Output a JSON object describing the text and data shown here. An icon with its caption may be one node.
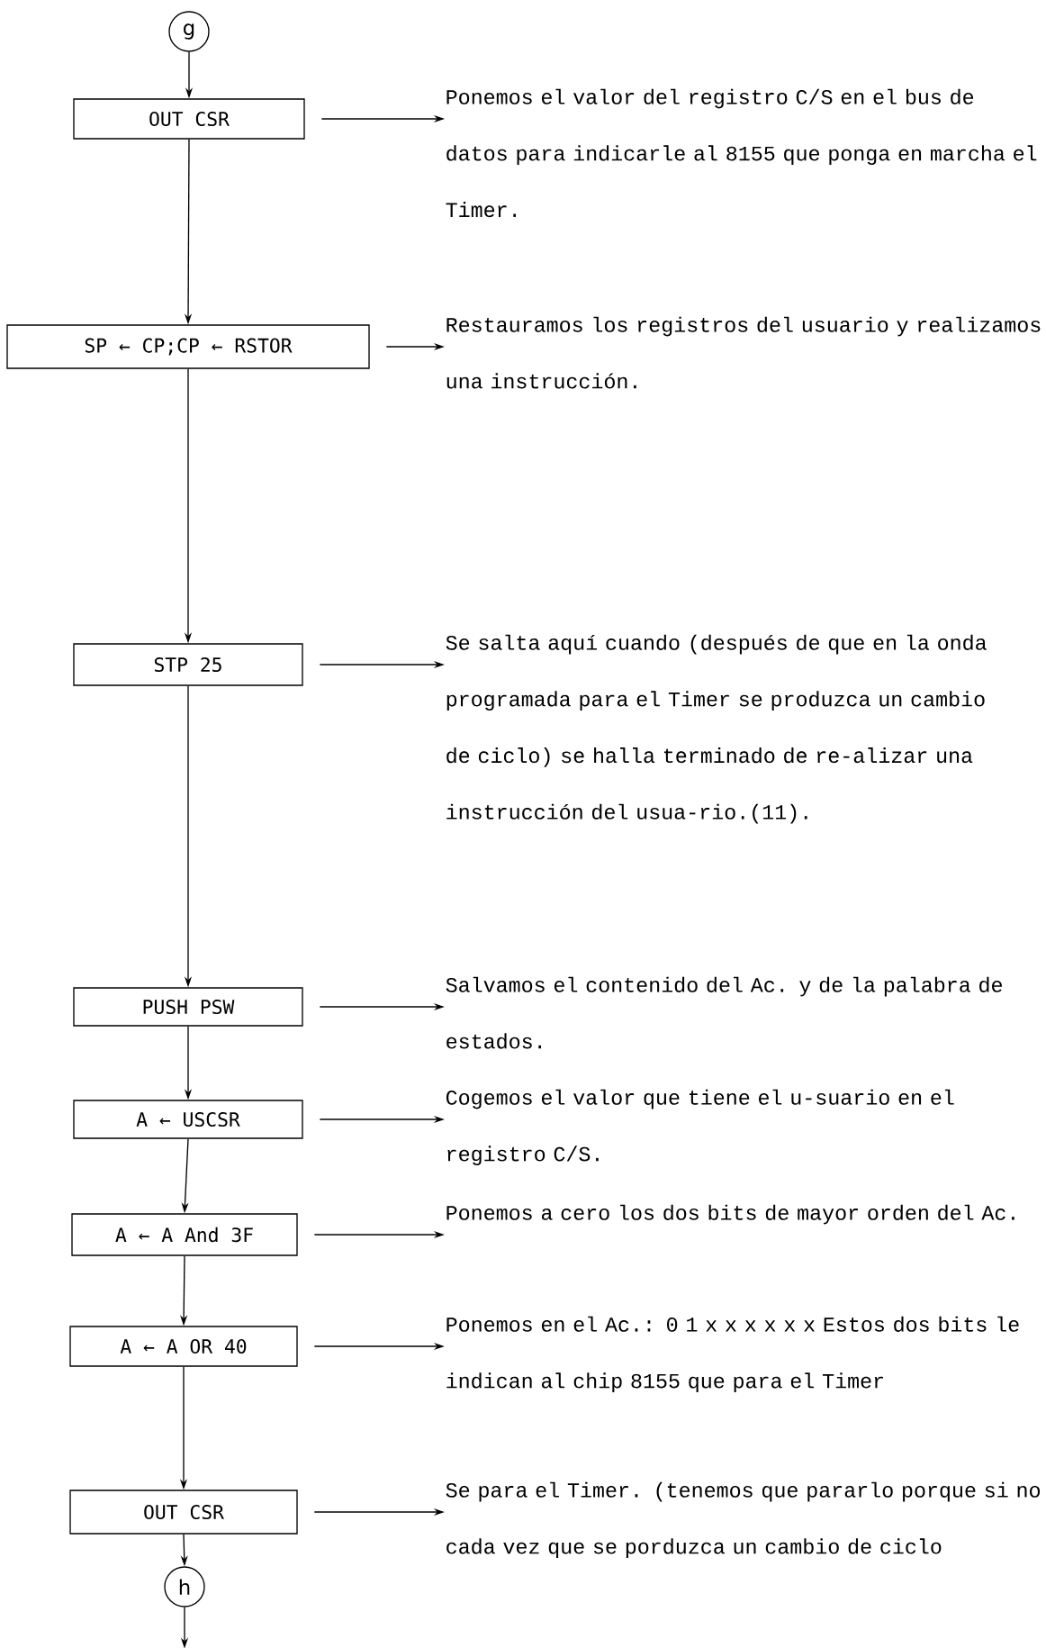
{
  "diagram": {
    "nodes": [
      {
        "text": [
          "g"
        ]
      },
      {
        "text": [
          "OUT CSR"
        ]
      },
      {
        "text": [
          "SP ← CP;CP ← RSTOR"
        ]
      },
      {
        "text": [
          "STP 25"
        ]
      },
      {
        "text": [
          "PUSH PSW"
        ]
      },
      {
        "text": [
          "A ← USCSR"
        ]
      },
      {
        "text": [
          "A ← A And 3F"
        ]
      },
      {
        "text": [
          "A ← A OR 40"
        ]
      },
      {
        "text": [
          "OUT CSR"
        ]
      },
      {
        "text": [
          "h"
        ]
      },
      {
        "text": [
          "Ponemos el valor del registro C/S en el bus de datos para indicarle al 8155 que ponga en marcha el Timer."
        ]
      },
      {
        "text": [
          "Restauramos los registros del usuario y realizamos una instrucción."
        ]
      },
      {
        "text": [
          "Se salta aquí cuando (después de que en la onda programada para el Timer se produzca un cambio de ciclo) se halla terminado de re-alizar una instrucción del usua-rio.(11)."
        ]
      },
      {
        "text": [
          "Salvamos el contenido del Ac. y de la palabra de estados."
        ]
      },
      {
        "text": [
          "Cogemos el valor que tiene el u-suario en el registro C/S."
        ]
      },
      {
        "text": [
          "Ponemos a cero los dos bits de mayor orden del Ac."
        ]
      },
      {
        "text": [
          "Ponemos en el Ac.: 0 1 x x x x x x Estos dos bits le indican al chip 8155 que para el Timer"
        ]
      },
      {
        "text": [
          "Se para el Timer. (tenemos que pararlo porque si no cada vez que se porduzca un cambio de ciclo"
        ]
      }
    ],
    "edges": [
      {
        "from": 0,
        "to": 1,
        "arrow": "to"
      },
      {
        "from": 1,
        "to": 2,
        "arrow": "to"
      },
      {
        "from": 2,
        "to": 3,
        "arrow": "to"
      },
      {
        "from": 3,
        "to": 4,
        "arrow": "to"
      },
      {
        "from": 4,
        "to": 5,
        "arrow": "to"
      },
      {
        "from": 5,
        "to": 6,
        "arrow": "to"
      },
      {
        "from": 6,
        "to": 7,
        "arrow": "to"
      },
      {
        "from": 7,
        "to": 8,
        "arrow": "to"
      },
      {
        "from": 8,
        "to": 9,
        "arrow": "to"
      },
      {
        "from": 9,
        "to": null,
        "arrow": "to"
      },
      {
        "from": 1,
        "to": 10,
        "arrow": "to"
      },
      {
        "from": 2,
        "to": 11,
        "arrow": "to"
      },
      {
        "from": 3,
        "to": 12,
        "arrow": "to"
      },
      {
        "from": 4,
        "to": 13,
        "arrow": "to"
      },
      {
        "from": 5,
        "to": 14,
        "arrow": "to"
      },
      {
        "from": 6,
        "to": 15,
        "arrow": "to"
      },
      {
        "from": 7,
        "to": 16,
        "arrow": "to"
      },
      {
        "from": 8,
        "to": 17,
        "arrow": "to"
      }
    ]
  }
}
